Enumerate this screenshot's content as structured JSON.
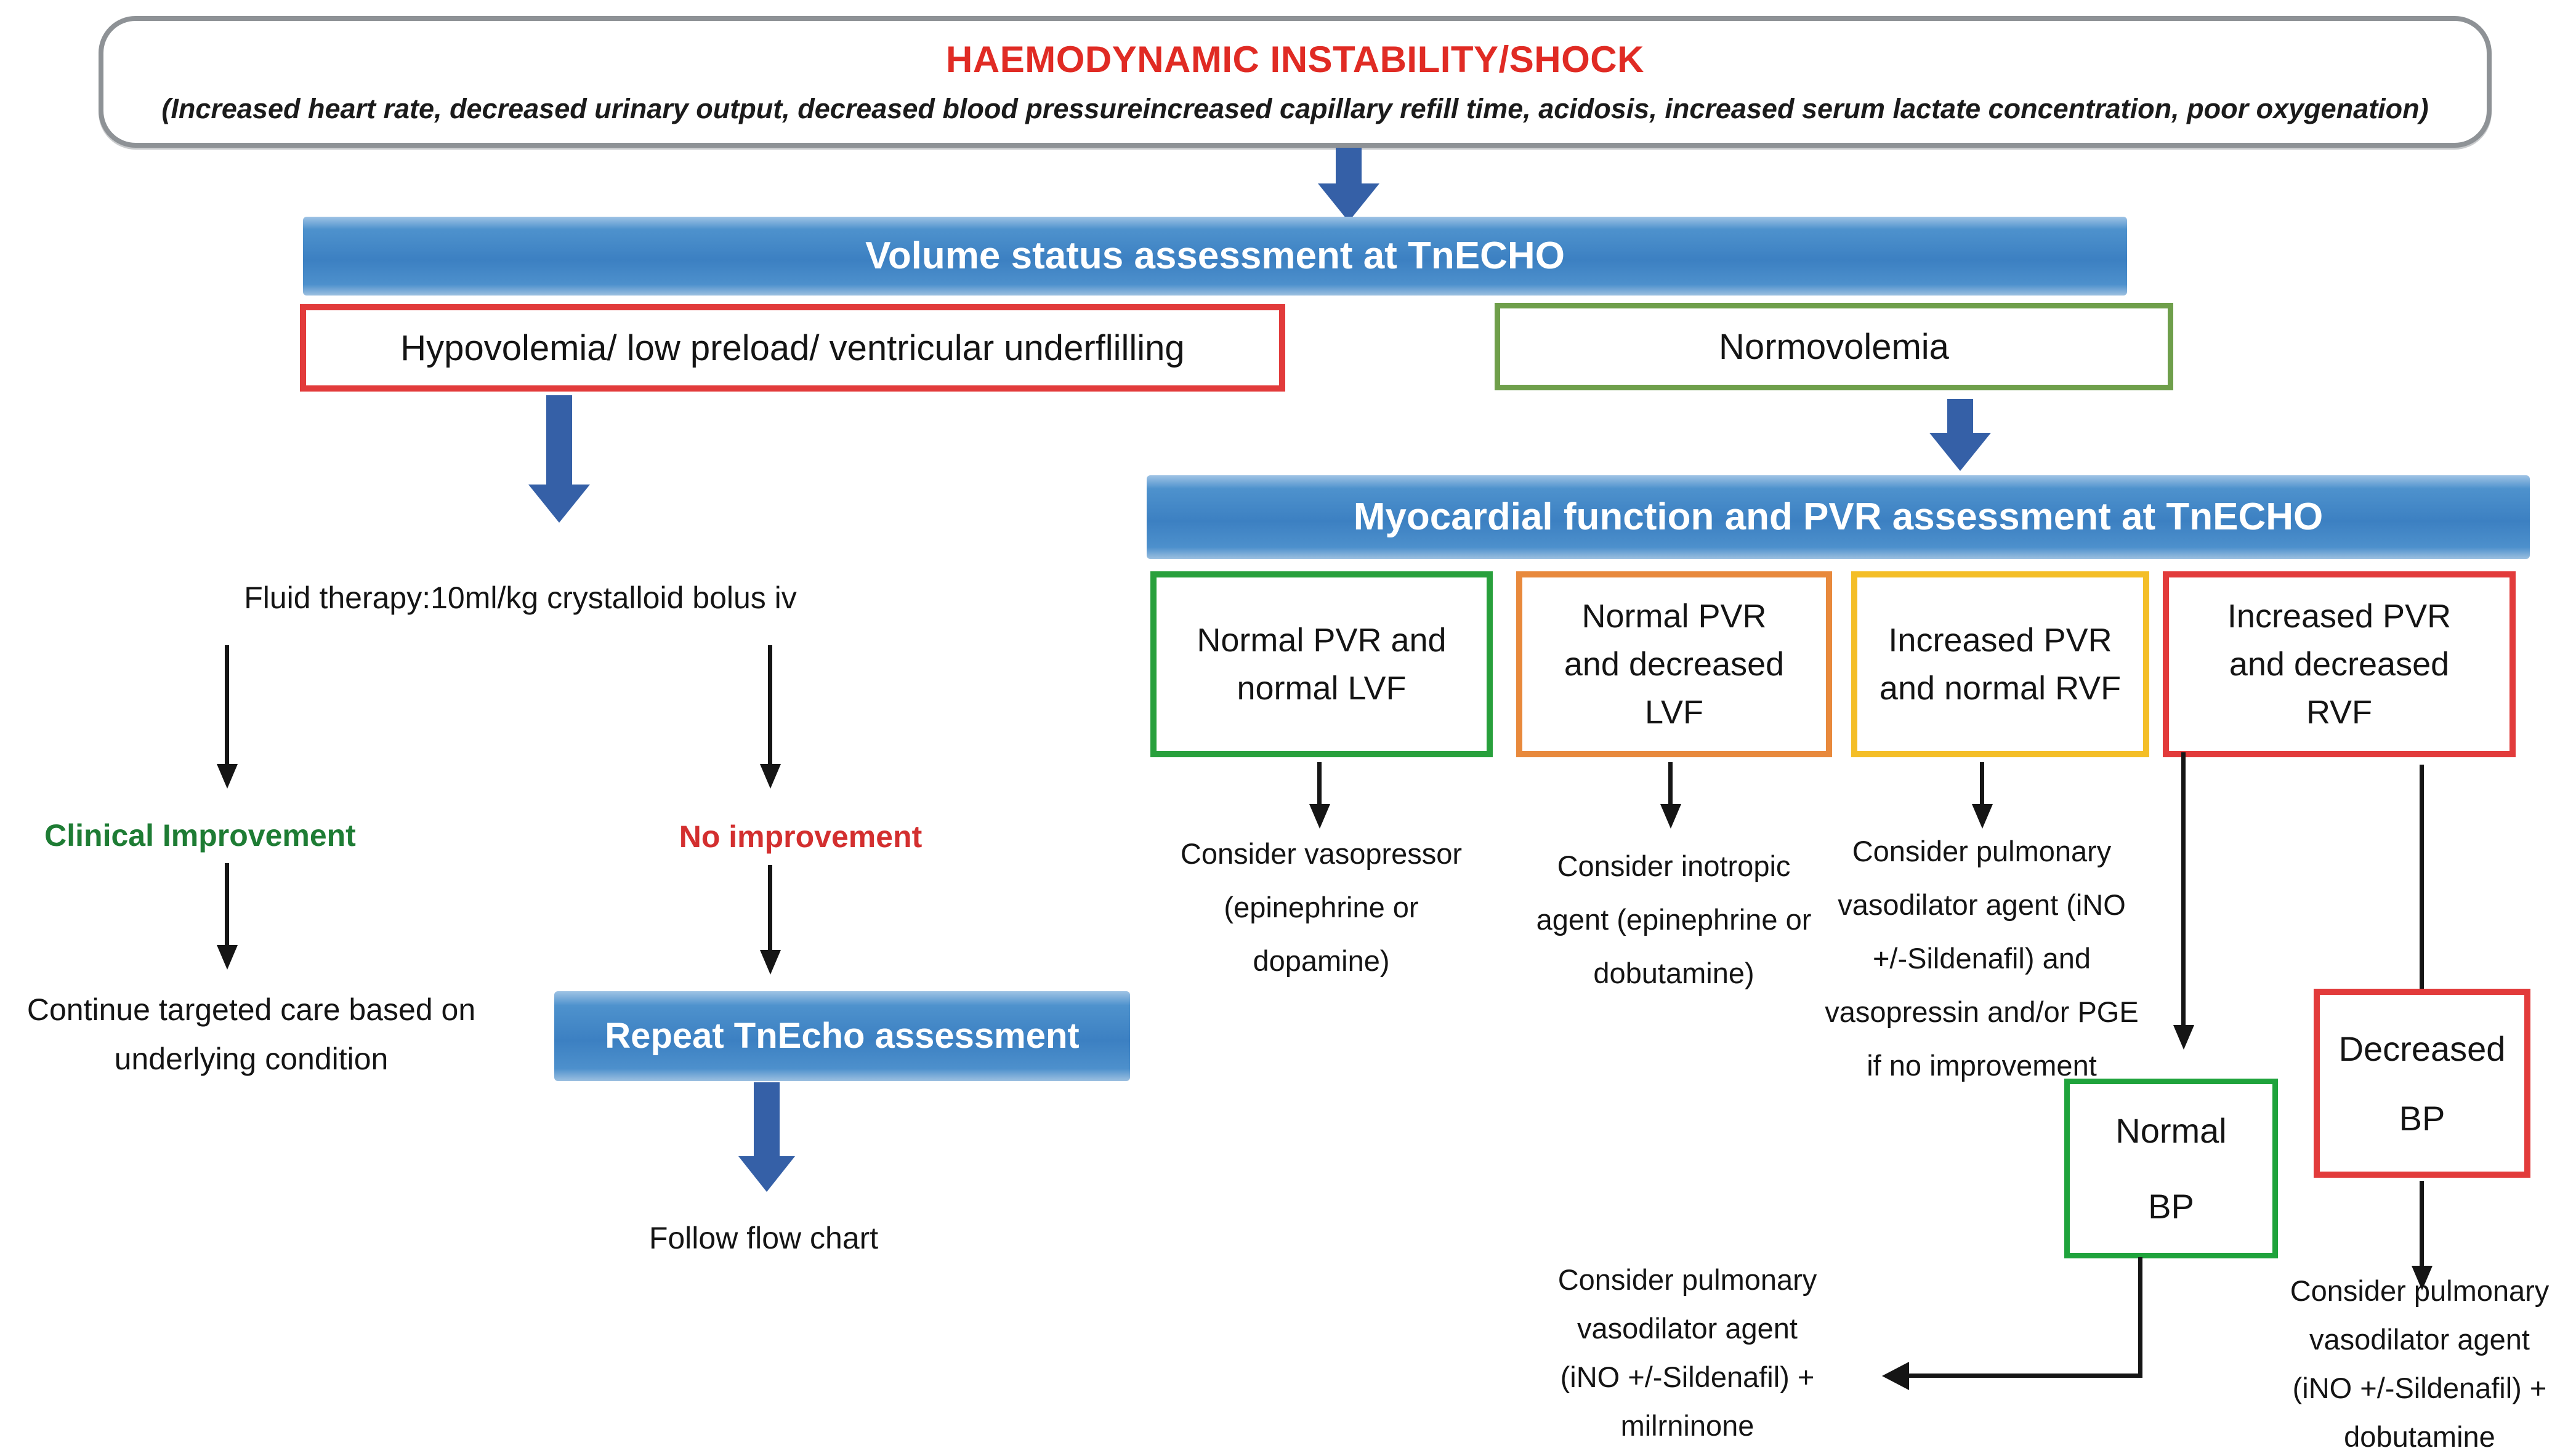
{
  "colors": {
    "title_red": "#e02b24",
    "banner_blue": "#3c80c2",
    "fat_arrow_blue": "#3560a7",
    "outer_border_gray": "#8e9296",
    "green_border": "#28a03c",
    "olive_green_border": "#6f9f4b",
    "bright_green_border": "#1fa33c",
    "orange_border": "#e8893c",
    "yellow_border": "#f4be27",
    "red_border": "#e23b3b",
    "green_text": "#1e7c34",
    "red_text": "#d32f2f"
  },
  "header": {
    "title": "HAEMODYNAMIC INSTABILITY/SHOCK",
    "subtitle": "(Increased heart rate, decreased  urinary output, decreased blood pressureincreased capillary refill time, acidosis, increased serum lactate concentration, poor oxygenation)"
  },
  "volume": {
    "banner": "Volume status assessment at TnECHO",
    "hypovolemia": "Hypovolemia/ low preload/ ventricular underflilling",
    "normovolemia": "Normovolemia"
  },
  "left_branch": {
    "fluid_therapy": "Fluid therapy:10ml/kg crystalloid bolus iv",
    "clinical_improvement": "Clinical Improvement",
    "no_improvement": "No improvement",
    "continue_care": "Continue targeted care based on\nunderlying condition",
    "repeat_banner": "Repeat TnEcho assessment",
    "follow": "Follow flow chart"
  },
  "myocardial": {
    "banner": "Myocardial function and PVR assessment at TnECHO",
    "boxes": [
      {
        "label": "Normal PVR and\nnormal LVF",
        "action": "Consider vasopressor\n(epinephrine or\ndopamine)"
      },
      {
        "label": "Normal PVR\nand decreased\nLVF",
        "action": "Consider inotropic\nagent (epinephrine or\ndobutamine)"
      },
      {
        "label": "Increased PVR\nand normal RVF",
        "action": "Consider pulmonary\nvasodilator agent (iNO\n+/-Sildenafil) and\nvasopressin and/or PGE\nif no improvement"
      },
      {
        "label": "Increased PVR\nand decreased\nRVF",
        "action": ""
      }
    ]
  },
  "bp": {
    "normal": [
      "Normal",
      "BP"
    ],
    "decreased": [
      "Decreased",
      "BP"
    ],
    "normal_action": "Consider pulmonary\nvasodilator agent\n(iNO +/-Sildenafil) +\nmilrninone",
    "decreased_action": "Consider pulmonary\nvasodilator agent\n(iNO +/-Sildenafil) +\ndobutamine"
  }
}
